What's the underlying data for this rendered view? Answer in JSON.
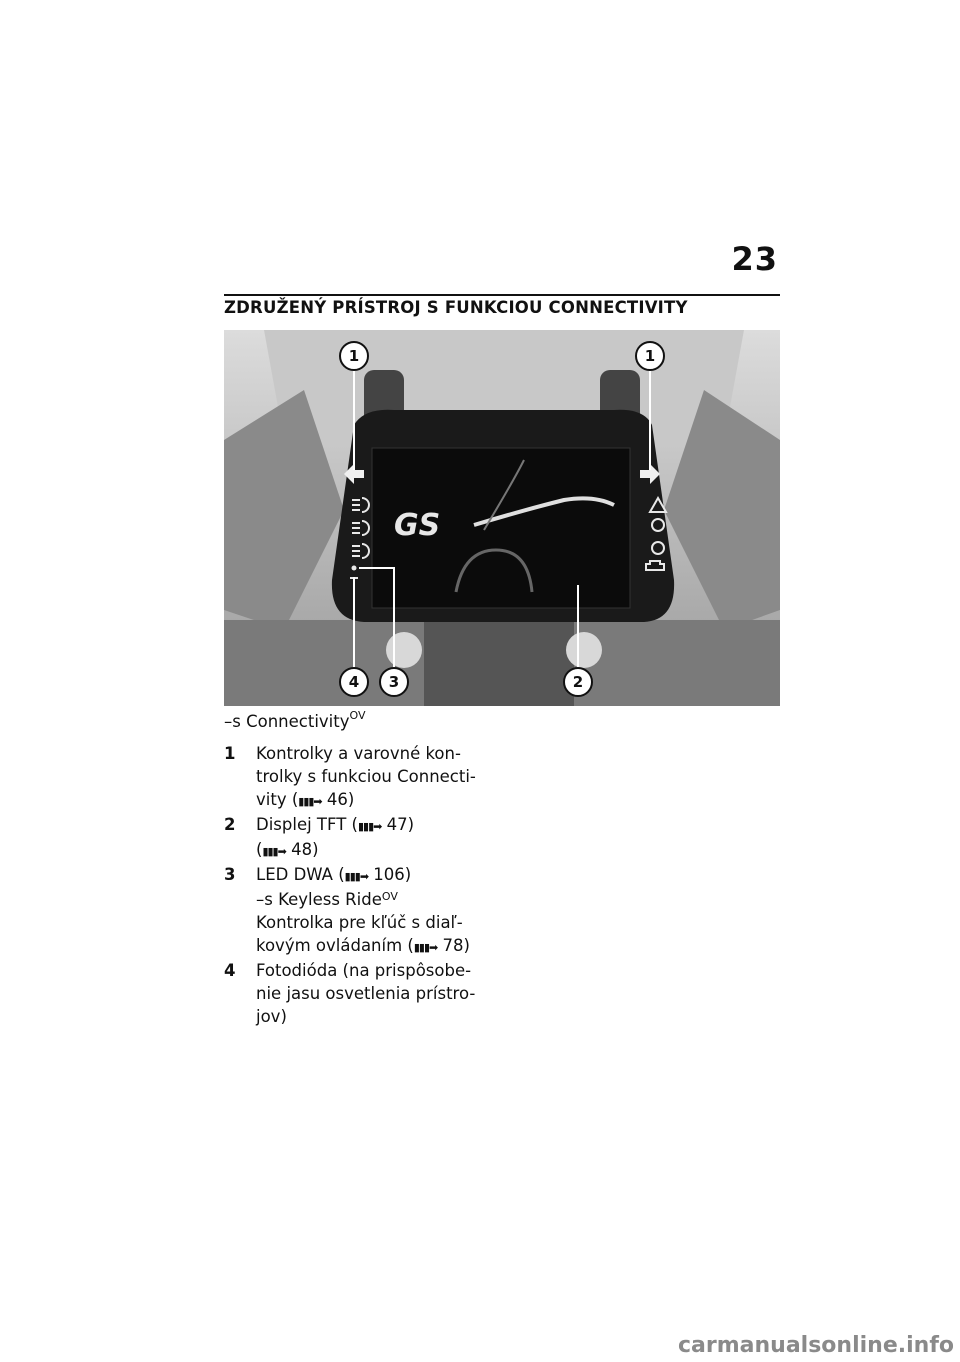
{
  "page": {
    "number": "23",
    "title": "ZDRUŽENÝ PRÍSTROJ S FUNKCIOU CONNECTIVITY"
  },
  "figure": {
    "callouts": [
      "1",
      "1",
      "2",
      "3",
      "4"
    ],
    "logo_text": "GS"
  },
  "variant": {
    "prefix": "–s Connectivity",
    "sup": "OV"
  },
  "legend": [
    {
      "num": "1",
      "lines": [
        "Kontrolky a varovné kon-",
        "trolky s funkciou Connecti-",
        "vity ("
      ],
      "ref": "46)"
    },
    {
      "num": "2",
      "text": "Displej TFT  (",
      "ref": "47)",
      "text2": "(",
      "ref2": "48)"
    },
    {
      "num": "3",
      "text": "LED DWA  (",
      "ref": "106)",
      "sub_prefix": "–s Keyless Ride",
      "sub_sup": "OV",
      "sub_lines": [
        "Kontrolka pre kľúč s diaľ-",
        "kovým ovládaním  ("
      ],
      "sub_ref": "78)"
    },
    {
      "num": "4",
      "lines": [
        "Fotodióda (na prispôsobe-",
        "nie jasu osvetlenia prístro-",
        "jov)"
      ]
    }
  ],
  "footer": "carmanualsonline.info"
}
